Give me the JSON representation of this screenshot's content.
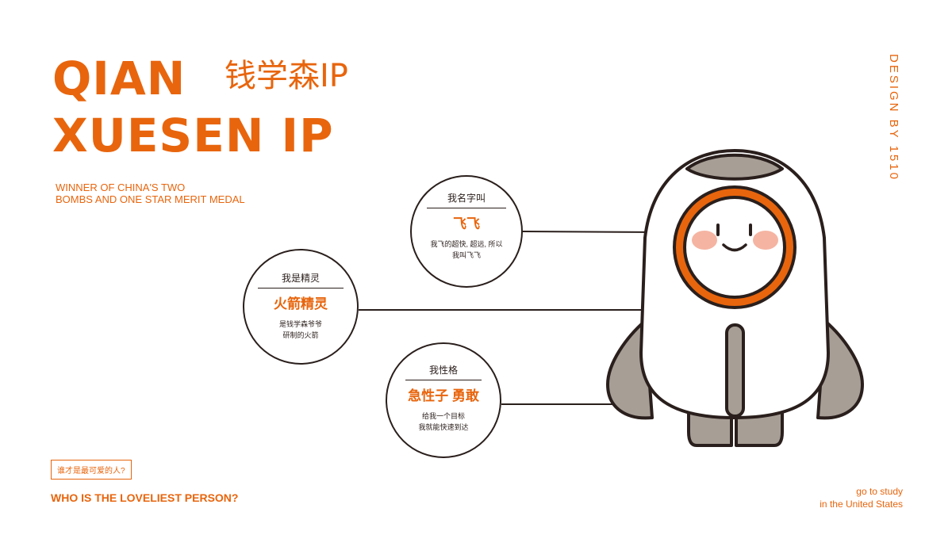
{
  "header": {
    "title_line1": "QIAN",
    "title_line2": "XUESEN IP",
    "title_cn": "钱学森IP",
    "subtitle_line1": "WINNER OF CHINA'S TWO",
    "subtitle_line2": "BOMBS AND ONE STAR MERIT MEDAL"
  },
  "side": {
    "design_by": "DESIGN BY 1510"
  },
  "bubbles": [
    {
      "question": "我名字叫",
      "answer": "飞飞",
      "desc_line1": "我飞的超快, 超远, 所以",
      "desc_line2": "我叫飞飞"
    },
    {
      "question": "我是精灵",
      "answer": "火箭精灵",
      "desc_line1": "是钱学森爷爷",
      "desc_line2": "研制的火箭"
    },
    {
      "question": "我性格",
      "answer": "急性子  勇敢",
      "desc_line1": "给我一个目标",
      "desc_line2": "我就能快速到达"
    }
  ],
  "footer": {
    "tag": "谁才是最可爱的人?",
    "question": "WHO IS THE LOVELIEST PERSON?",
    "note_line1": "go to study",
    "note_line2": "in the United States"
  },
  "colors": {
    "accent": "#e8650d",
    "outline": "#2a1f1c",
    "body_gray": "#a79e96",
    "cheek": "#f5b4a2"
  }
}
